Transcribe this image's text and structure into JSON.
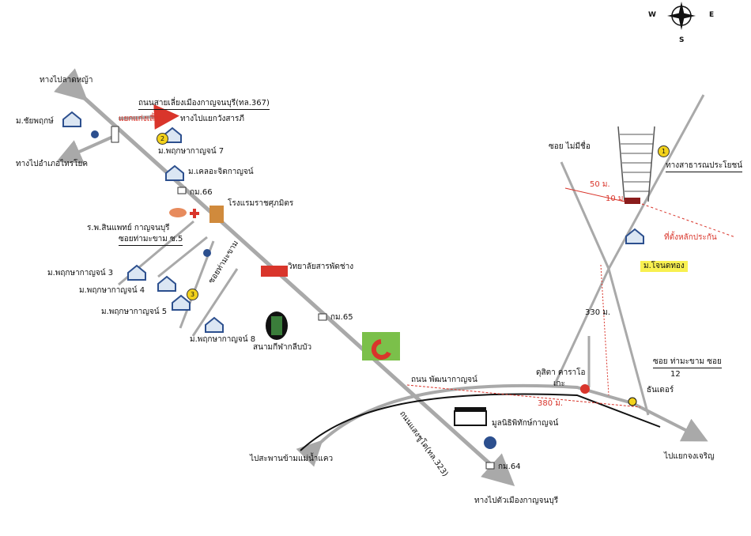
{
  "compass": {
    "west": "W",
    "east": "E",
    "south": "S"
  },
  "roads": {
    "to_lat_ya": "ทางไปลาดหญ้า",
    "bypass_367": "ถนนสายเลี่ยงเมืองกาญจนบุรี(ทล.367)",
    "to_wang_sarapee": "ทางไปแยกวังสารภี",
    "to_tha_ruea": "ทางไปอำเภอไทรโยค",
    "soi_tha_makham_5": "ซอยท่ามะขาม ซ.5",
    "soi_tha_makham": "ซอยท่ามะขาม",
    "road_phatthana": "ถนน พัฒนากาญจน์",
    "road_saeng_chuto": "ถนนแสงชูโต(ทล.323)",
    "to_bridge": "ไปสะพานข้ามแม่น้ำแคว",
    "to_kanchanaburi": "ทางไปตัวเมืองกาญจนบุรี",
    "to_jong_jaroen": "ไปแยกจงเจริญ",
    "soi_no_name": "ซอย ไม่มีชื่อ",
    "soi_tha_makham_12_a": "ซอย ท่ามะขาม ซอย",
    "soi_tha_makham_12_b": "12"
  },
  "places": {
    "intersection": "แยกแก่งเสี้ยน",
    "moo_chaiyaphruek": "ม.ชัยพฤกษ์",
    "moo_phruksa_7": "ม.พฤกษากาญจน์ 7",
    "moo_khlaochit": "ม.เคลอะจิตกาญจน์",
    "km66": "กม.66",
    "hotel": "โรงแรมราชศุภมิตร",
    "hospital": "ร.พ.สินแพทย์ กาญจนบุรี",
    "college": "วิทยาลัยสารพัดช่าง",
    "moo_phruksa_3": "ม.พฤกษากาญจน์ 3",
    "moo_phruksa_4": "ม.พฤกษากาญจน์ 4",
    "moo_phruksa_5": "ม.พฤกษากาญจน์ 5",
    "moo_phruksa_8": "ม.พฤกษากาญจน์ 8",
    "stadium": "สนามกีฬากลีบบัว",
    "km65": "กม.65",
    "foundation": "มูลนิธิพิทักษ์กาญจน์",
    "km64": "กม.64",
    "karaoke_a": "ดุสิตา คาราโอ",
    "karaoke_b": "เกะ",
    "thunder": "ธันเดอร์",
    "public_way": "ทางสาธารณประโยชน์",
    "collateral": "ที่ตั้งหลักประกัน",
    "moo_chonthong": "ม.โจนดทอง"
  },
  "distances": {
    "d50": "50 ม.",
    "d10": "10 ม.",
    "d330": "330 ม.",
    "d380": "380 ม."
  },
  "badges": {
    "b1": "1",
    "b2": "2",
    "b3": "3"
  },
  "colors": {
    "road": "#a9a9a9",
    "arrow_red": "#d9352b",
    "badge": "#f3d21c",
    "highlight": "#f8f050",
    "house": "#2c4f8e"
  }
}
